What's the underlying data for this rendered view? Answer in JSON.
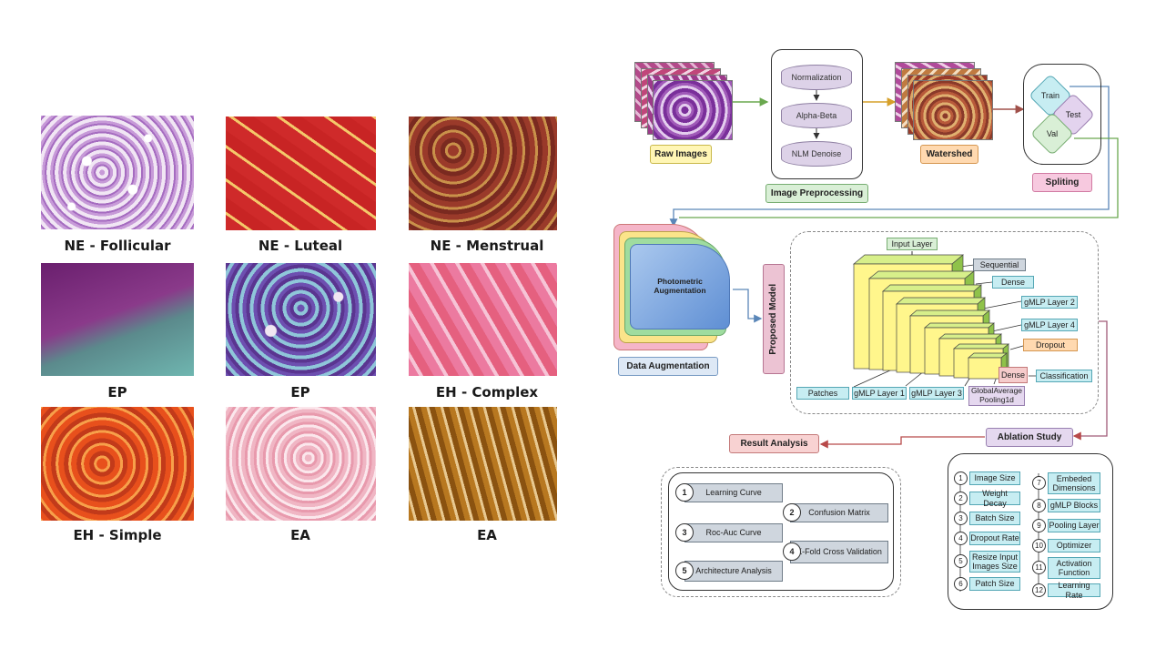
{
  "left_panel": {
    "tiles": [
      {
        "label": "NE - Follicular"
      },
      {
        "label": "NE - Luteal"
      },
      {
        "label": "NE - Menstrual"
      },
      {
        "label": "EP"
      },
      {
        "label": "EP"
      },
      {
        "label": "EH - Complex"
      },
      {
        "label": "EH - Simple"
      },
      {
        "label": "EA"
      },
      {
        "label": "EA"
      }
    ]
  },
  "pipeline": {
    "raw_images": "Raw Images",
    "preprocessing": {
      "steps": [
        "Normalization",
        "Alpha-Beta",
        "NLM Denoise"
      ],
      "title": "Image Preprocessing"
    },
    "watershed": "Watershed",
    "splitting": {
      "items": [
        "Train",
        "Test",
        "Val"
      ],
      "title": "Spliting"
    },
    "augmentation": {
      "inner": "Photometric Augmentation",
      "title": "Data Augmentation"
    },
    "proposed_model": "Proposed Model",
    "model_layers": {
      "input": "Input Layer",
      "sequential": "Sequential",
      "dense": "Dense",
      "gmlp2": "gMLP Layer 2",
      "gmlp4": "gMLP Layer 4",
      "dropout": "Dropout",
      "dense2": "Dense",
      "classification": "Classification",
      "patches": "Patches",
      "gmlp1": "gMLP Layer 1",
      "gmlp3": "gMLP Layer 3",
      "gap": "GlobalAverage Pooling1d"
    },
    "ablation_title": "Ablation Study",
    "result_title": "Result Analysis",
    "results": [
      {
        "n": "1",
        "label": "Learning Curve"
      },
      {
        "n": "2",
        "label": "Confusion Matrix"
      },
      {
        "n": "3",
        "label": "Roc-Auc Curve"
      },
      {
        "n": "4",
        "label": "K-Fold Cross Validation"
      },
      {
        "n": "5",
        "label": "Architecture Analysis"
      }
    ],
    "ablation_left": [
      {
        "n": "1",
        "label": "Image Size"
      },
      {
        "n": "2",
        "label": "Weight Decay"
      },
      {
        "n": "3",
        "label": "Batch Size"
      },
      {
        "n": "4",
        "label": "Dropout Rate"
      },
      {
        "n": "5",
        "label": "Resize Input Images Size"
      },
      {
        "n": "6",
        "label": "Patch Size"
      }
    ],
    "ablation_right": [
      {
        "n": "7",
        "label": "Embeded Dimensions"
      },
      {
        "n": "8",
        "label": "gMLP Blocks"
      },
      {
        "n": "9",
        "label": "Pooling Layer"
      },
      {
        "n": "10",
        "label": "Optimizer"
      },
      {
        "n": "11",
        "label": "Activation Function"
      },
      {
        "n": "12",
        "label": "Learning Rate"
      }
    ]
  }
}
